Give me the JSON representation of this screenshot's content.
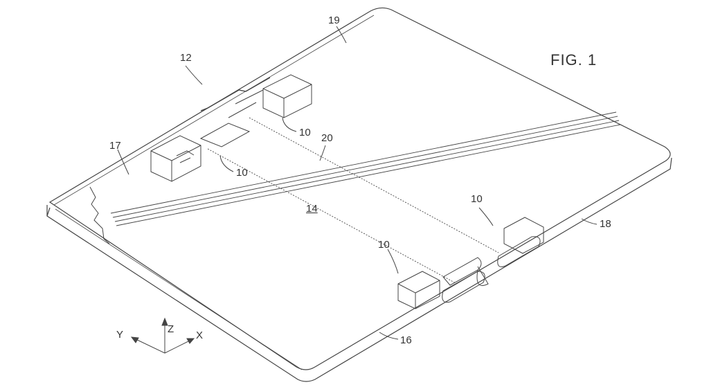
{
  "figure": {
    "title": "FIG. 1",
    "labels": {
      "device": "12",
      "top_panel": "19",
      "hinge_a": "10",
      "hinge_b": "10",
      "hinge_c": "10",
      "hinge_d": "10",
      "left_panel": "17",
      "fold_axis": "20",
      "display": "14",
      "right_edge": "18",
      "front_edge": "16"
    },
    "axes": {
      "x": "X",
      "y": "Y",
      "z": "Z"
    }
  }
}
